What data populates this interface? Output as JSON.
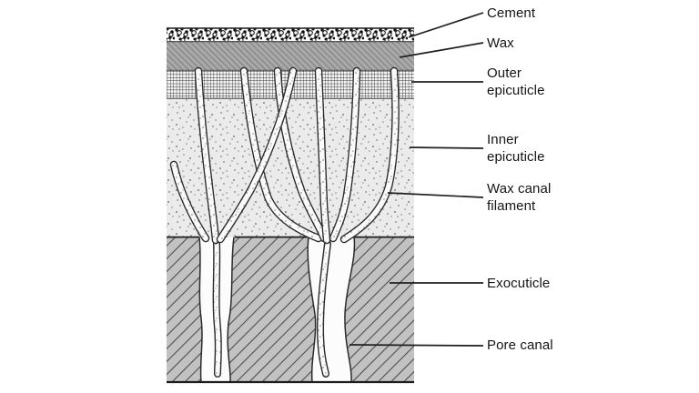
{
  "figure": {
    "type": "labeled-cross-section-diagram",
    "labels": [
      {
        "id": "cement",
        "text": "Cement"
      },
      {
        "id": "wax",
        "text": "Wax"
      },
      {
        "id": "outer-epicuticle",
        "text": "Outer epicuticle"
      },
      {
        "id": "inner-epicuticle",
        "text": "Inner epicuticle"
      },
      {
        "id": "wax-canal-filament",
        "text": "Wax canal filament"
      },
      {
        "id": "exocuticle",
        "text": "Exocuticle"
      },
      {
        "id": "pore-canal",
        "text": "Pore canal"
      }
    ],
    "colors": {
      "ink": "#1c1c1c",
      "wax_fill": "#a2a2a2",
      "exocuticle_fill": "#c2c2c2",
      "inner_epicuticle_fill": "#ebebeb",
      "outer_epicuticle_bg": "#f5f5f5",
      "background": "#ffffff"
    }
  }
}
